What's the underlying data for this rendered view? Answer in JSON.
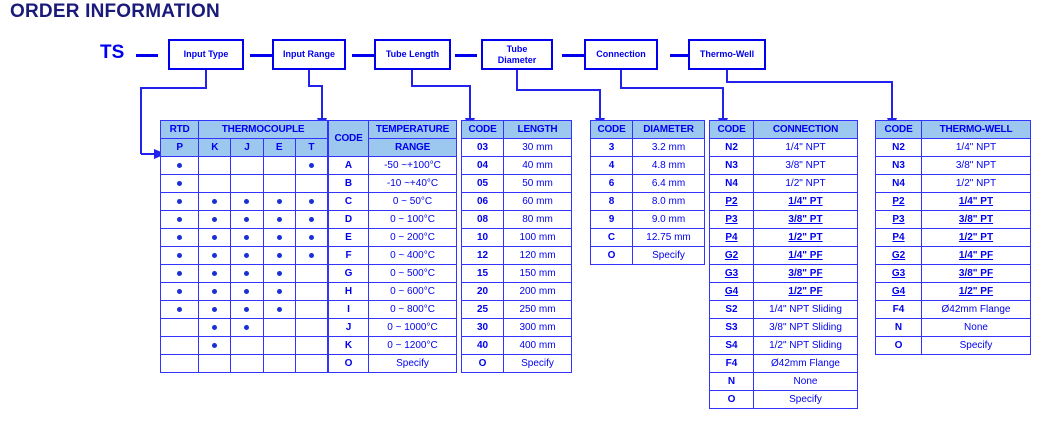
{
  "page": {
    "title": "ORDER INFORMATION",
    "prefix_label": "TS",
    "accent_blue": "#0000ee",
    "title_navy": "#1a1a7a",
    "header_fill": "#9cc8f0",
    "grid_blue": "#3333ff"
  },
  "flow_boxes": [
    {
      "label": "Input Type"
    },
    {
      "label": "Input Range"
    },
    {
      "label": "Tube Length"
    },
    {
      "label": "Tube\nDiameter"
    },
    {
      "label": "Connection"
    },
    {
      "label": "Thermo-Well"
    }
  ],
  "tables": {
    "input_type": {
      "group_headers": [
        {
          "label": "RTD",
          "span": 1
        },
        {
          "label": "THERMOCOUPLE",
          "span": 4
        },
        {
          "label": "CODE",
          "span": 1
        },
        {
          "label": "TEMPERATURE",
          "span": 1
        }
      ],
      "sub_headers": [
        "P",
        "K",
        "J",
        "E",
        "T"
      ],
      "range_header_line2": "RANGE",
      "rows": [
        {
          "code": "A",
          "range": "-50 ~+100°C",
          "dots": [
            1,
            0,
            0,
            0,
            1
          ]
        },
        {
          "code": "B",
          "range": "-10 ~+40°C",
          "dots": [
            1,
            0,
            0,
            0,
            0
          ]
        },
        {
          "code": "C",
          "range": "0 ~ 50°C",
          "dots": [
            1,
            1,
            1,
            1,
            1
          ]
        },
        {
          "code": "D",
          "range": "0 ~ 100°C",
          "dots": [
            1,
            1,
            1,
            1,
            1
          ]
        },
        {
          "code": "E",
          "range": "0 ~ 200°C",
          "dots": [
            1,
            1,
            1,
            1,
            1
          ]
        },
        {
          "code": "F",
          "range": "0 ~ 400°C",
          "dots": [
            1,
            1,
            1,
            1,
            1
          ]
        },
        {
          "code": "G",
          "range": "0 ~ 500°C",
          "dots": [
            1,
            1,
            1,
            1,
            0
          ]
        },
        {
          "code": "H",
          "range": "0 ~ 600°C",
          "dots": [
            1,
            1,
            1,
            1,
            0
          ]
        },
        {
          "code": "I",
          "range": "0 ~ 800°C",
          "dots": [
            1,
            1,
            1,
            1,
            0
          ]
        },
        {
          "code": "J",
          "range": "0 ~ 1000°C",
          "dots": [
            0,
            1,
            1,
            0,
            0
          ]
        },
        {
          "code": "K",
          "range": "0 ~ 1200°C",
          "dots": [
            0,
            1,
            0,
            0,
            0
          ]
        },
        {
          "code": "O",
          "range": "Specify",
          "dots": [
            0,
            0,
            0,
            0,
            0
          ]
        }
      ]
    },
    "length": {
      "headers": [
        "CODE",
        "LENGTH"
      ],
      "rows": [
        {
          "code": "03",
          "value": "30 mm"
        },
        {
          "code": "04",
          "value": "40 mm"
        },
        {
          "code": "05",
          "value": "50 mm"
        },
        {
          "code": "06",
          "value": "60 mm"
        },
        {
          "code": "08",
          "value": "80 mm"
        },
        {
          "code": "10",
          "value": "100 mm"
        },
        {
          "code": "12",
          "value": "120 mm"
        },
        {
          "code": "15",
          "value": "150 mm"
        },
        {
          "code": "20",
          "value": "200 mm"
        },
        {
          "code": "25",
          "value": "250 mm"
        },
        {
          "code": "30",
          "value": "300 mm"
        },
        {
          "code": "40",
          "value": "400 mm"
        },
        {
          "code": "O",
          "value": "Specify"
        }
      ]
    },
    "diameter": {
      "headers": [
        "CODE",
        "DIAMETER"
      ],
      "rows": [
        {
          "code": "3",
          "value": "3.2 mm"
        },
        {
          "code": "4",
          "value": "4.8 mm"
        },
        {
          "code": "6",
          "value": "6.4 mm"
        },
        {
          "code": "8",
          "value": "8.0 mm"
        },
        {
          "code": "9",
          "value": "9.0 mm"
        },
        {
          "code": "C",
          "value": "12.75 mm"
        },
        {
          "code": "O",
          "value": "Specify"
        }
      ]
    },
    "connection": {
      "headers": [
        "CODE",
        "CONNECTION"
      ],
      "rows": [
        {
          "code": "N2",
          "value": "1/4\" NPT",
          "underline": false
        },
        {
          "code": "N3",
          "value": "3/8\" NPT",
          "underline": false
        },
        {
          "code": "N4",
          "value": "1/2\" NPT",
          "underline": false
        },
        {
          "code": "P2",
          "value": "1/4\" PT",
          "underline": true
        },
        {
          "code": "P3",
          "value": "3/8\" PT",
          "underline": true
        },
        {
          "code": "P4",
          "value": "1/2\" PT",
          "underline": true
        },
        {
          "code": "G2",
          "value": "1/4\" PF",
          "underline": true
        },
        {
          "code": "G3",
          "value": "3/8\" PF",
          "underline": true
        },
        {
          "code": "G4",
          "value": "1/2\" PF",
          "underline": true
        },
        {
          "code": "S2",
          "value": "1/4\" NPT Sliding",
          "underline": false
        },
        {
          "code": "S3",
          "value": "3/8\" NPT Sliding",
          "underline": false
        },
        {
          "code": "S4",
          "value": "1/2\" NPT Sliding",
          "underline": false
        },
        {
          "code": "F4",
          "value": "Ø42mm Flange",
          "underline": false
        },
        {
          "code": "N",
          "value": "None",
          "underline": false
        },
        {
          "code": "O",
          "value": "Specify",
          "underline": false
        }
      ]
    },
    "thermowell": {
      "headers": [
        "CODE",
        "THERMO-WELL"
      ],
      "rows": [
        {
          "code": "N2",
          "value": "1/4\" NPT",
          "underline": false
        },
        {
          "code": "N3",
          "value": "3/8\" NPT",
          "underline": false
        },
        {
          "code": "N4",
          "value": "1/2\" NPT",
          "underline": false
        },
        {
          "code": "P2",
          "value": "1/4\" PT",
          "underline": true
        },
        {
          "code": "P3",
          "value": "3/8\" PT",
          "underline": true
        },
        {
          "code": "P4",
          "value": "1/2\" PT",
          "underline": true
        },
        {
          "code": "G2",
          "value": "1/4\" PF",
          "underline": true
        },
        {
          "code": "G3",
          "value": "3/8\" PF",
          "underline": true
        },
        {
          "code": "G4",
          "value": "1/2\" PF",
          "underline": true
        },
        {
          "code": "F4",
          "value": "Ø42mm Flange",
          "underline": false
        },
        {
          "code": "N",
          "value": "None",
          "underline": false
        },
        {
          "code": "O",
          "value": "Specify",
          "underline": false
        }
      ]
    }
  }
}
